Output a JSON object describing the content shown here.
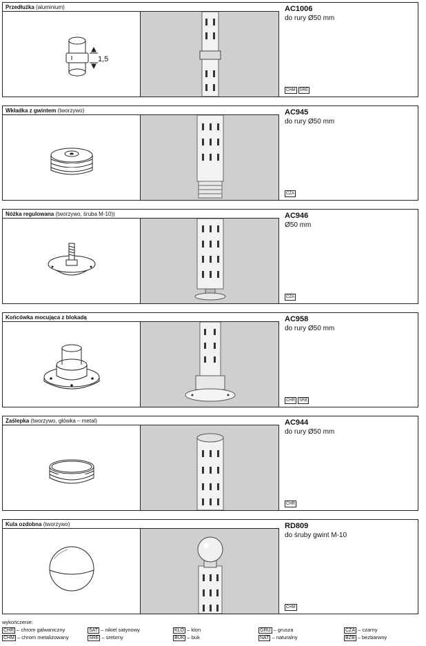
{
  "products": [
    {
      "name": "Przedłużka",
      "material": "(aluminium)",
      "code": "AC1006",
      "desc": "do rury Ø50 mm",
      "dim_label": "1,5",
      "finishes": [
        "CHM",
        "SRE"
      ]
    },
    {
      "name": "Wkładka z gwintem",
      "material": "(tworzywo)",
      "code": "AC945",
      "desc": "do rury Ø50 mm",
      "finishes": [
        "CZA"
      ]
    },
    {
      "name": "Nóżka regulowana",
      "material": "(tworzywo, śruba M-10))",
      "code": "AC946",
      "desc": "Ø50 mm",
      "finishes": [
        "CZA"
      ]
    },
    {
      "name": "Końcówka mocująca z blokadą",
      "material": "",
      "code": "AC958",
      "desc": "do rury Ø50 mm",
      "finishes": [
        "CHR",
        "SRE"
      ]
    },
    {
      "name": "Zaślepka",
      "material": "(tworzywo, główka – metal)",
      "code": "AC944",
      "desc": "do rury Ø50 mm",
      "finishes": [
        "CHR"
      ]
    },
    {
      "name": "Kula ozdobna",
      "material": "(tworzywo)",
      "code": "RD809",
      "desc": "do śruby gwint M-10",
      "finishes": [
        "CHM"
      ]
    }
  ],
  "legend": {
    "title": "wykończenie:",
    "items": [
      {
        "code": "CHR",
        "label": "– chrom galwaniczny"
      },
      {
        "code": "SAT",
        "label": "– nikiel satynowy"
      },
      {
        "code": "KLO",
        "label": "– klon"
      },
      {
        "code": "GRU",
        "label": "– grusza"
      },
      {
        "code": "CZA",
        "label": "– czarny"
      },
      {
        "code": "CHM",
        "label": "– chrom metalizowany"
      },
      {
        "code": "SRE",
        "label": "– srebrny"
      },
      {
        "code": "BUK",
        "label": "– buk"
      },
      {
        "code": "NAT",
        "label": "– naturalny"
      },
      {
        "code": "BZB",
        "label": "– bezbarwny"
      }
    ]
  }
}
